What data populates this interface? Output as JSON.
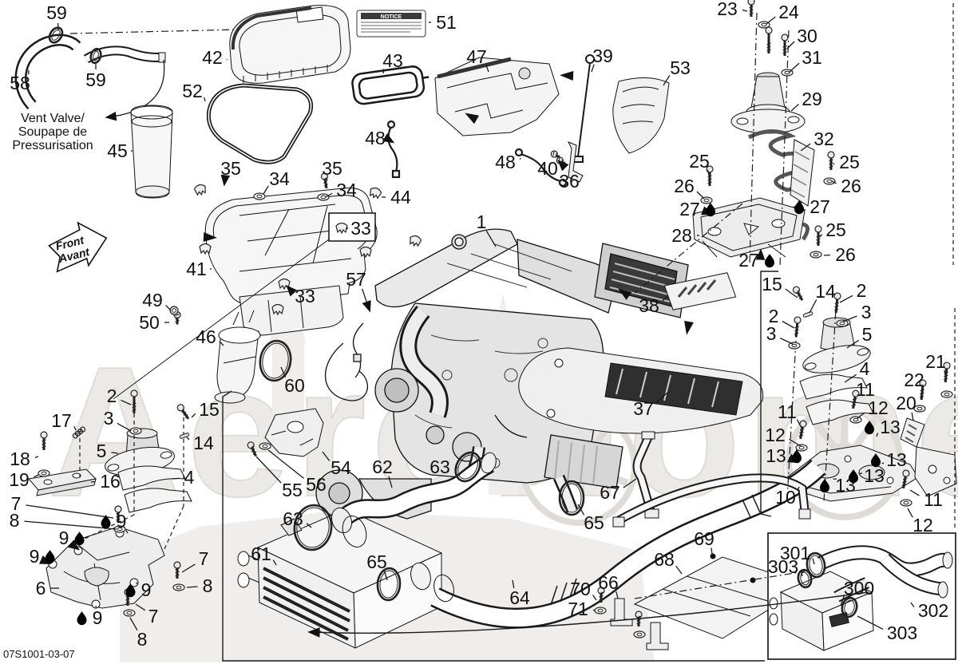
{
  "page": {
    "background": "#ffffff",
    "line_color": "#1a1a1a",
    "watermark_color": "#eceae7"
  },
  "title_block": {
    "part_code": "07S1001-03-07"
  },
  "annotations": {
    "vent_label": {
      "line1": "Vent Valve/",
      "line2": "Soupape de",
      "line3": "Pressurisation"
    },
    "front_arrow": {
      "line1": "Front",
      "line2": "Avant"
    },
    "notice_label": {
      "title": "NOTICE"
    }
  },
  "watermark": {
    "text": "AeroHome"
  },
  "callouts": [
    [
      "59",
      71,
      16,
      73,
      38,
      ""
    ],
    [
      "58",
      25,
      104,
      36,
      88,
      ""
    ],
    [
      "59",
      120,
      100,
      120,
      79,
      ""
    ],
    [
      "45",
      147,
      189,
      164,
      189,
      ""
    ],
    [
      "52",
      241,
      114,
      257,
      127,
      ""
    ],
    [
      "42",
      266,
      72,
      284,
      75,
      ""
    ],
    [
      "51",
      559,
      28,
      537,
      28,
      ""
    ],
    [
      "43",
      492,
      76,
      480,
      92,
      ""
    ],
    [
      "47",
      597,
      71,
      612,
      90,
      ""
    ],
    [
      "39",
      755,
      70,
      741,
      90,
      ""
    ],
    [
      "53",
      852,
      85,
      831,
      107,
      ""
    ],
    [
      "48",
      470,
      173,
      492,
      178,
      "a"
    ],
    [
      "48",
      633,
      203,
      652,
      198,
      ""
    ],
    [
      "40",
      686,
      211,
      700,
      202,
      "a"
    ],
    [
      "36",
      713,
      227,
      712,
      214,
      ""
    ],
    [
      "35",
      289,
      211,
      281,
      231,
      "a"
    ],
    [
      "34",
      350,
      224,
      330,
      243,
      ""
    ],
    [
      "35",
      416,
      211,
      410,
      226,
      ""
    ],
    [
      "34",
      434,
      238,
      408,
      247,
      ""
    ],
    [
      "44",
      502,
      247,
      478,
      247,
      ""
    ],
    [
      "33",
      452,
      286,
      436,
      286,
      ""
    ],
    [
      "41",
      246,
      337,
      263,
      337,
      ""
    ],
    [
      "33",
      382,
      371,
      360,
      359,
      "a"
    ],
    [
      "57",
      446,
      350,
      463,
      389,
      "a"
    ],
    [
      "49",
      191,
      376,
      214,
      389,
      ""
    ],
    [
      "50",
      187,
      404,
      212,
      404,
      ""
    ],
    [
      "46",
      258,
      422,
      280,
      433,
      ""
    ],
    [
      "60",
      369,
      483,
      352,
      460,
      ""
    ],
    [
      "1",
      603,
      278,
      621,
      309,
      ""
    ],
    [
      "38",
      813,
      383,
      836,
      371,
      ""
    ],
    [
      "37",
      806,
      512,
      836,
      492,
      ""
    ],
    [
      "54",
      427,
      586,
      404,
      566,
      ""
    ],
    [
      "55",
      366,
      614,
      321,
      572,
      ""
    ],
    [
      "56",
      396,
      607,
      336,
      564,
      ""
    ],
    [
      "62",
      479,
      585,
      491,
      611,
      ""
    ],
    [
      "63",
      551,
      585,
      573,
      586,
      ""
    ],
    [
      "63",
      367,
      650,
      390,
      661,
      ""
    ],
    [
      "61",
      327,
      694,
      346,
      708,
      ""
    ],
    [
      "65",
      472,
      704,
      485,
      727,
      ""
    ],
    [
      "64",
      651,
      749,
      642,
      727,
      ""
    ],
    [
      "65",
      744,
      655,
      724,
      632,
      ""
    ],
    [
      "67",
      764,
      617,
      797,
      600,
      ""
    ],
    [
      "68",
      832,
      701,
      854,
      719,
      ""
    ],
    [
      "69",
      882,
      675,
      892,
      694,
      ""
    ],
    [
      "66",
      762,
      730,
      774,
      750,
      ""
    ],
    [
      "70",
      727,
      738,
      747,
      752,
      ""
    ],
    [
      "71",
      724,
      763,
      745,
      765,
      ""
    ],
    [
      "2",
      140,
      496,
      164,
      507,
      ""
    ],
    [
      "3",
      136,
      524,
      164,
      540,
      ""
    ],
    [
      "15",
      262,
      513,
      240,
      523,
      ""
    ],
    [
      "14",
      255,
      555,
      234,
      548,
      ""
    ],
    [
      "17",
      77,
      527,
      95,
      539,
      ""
    ],
    [
      "5",
      127,
      565,
      148,
      568,
      ""
    ],
    [
      "18",
      25,
      575,
      48,
      572,
      ""
    ],
    [
      "19",
      24,
      601,
      48,
      595,
      ""
    ],
    [
      "16",
      138,
      603,
      114,
      604,
      ""
    ],
    [
      "4",
      237,
      598,
      216,
      600,
      ""
    ],
    [
      "7",
      20,
      631,
      142,
      649,
      ""
    ],
    [
      "8",
      18,
      652,
      146,
      663,
      ""
    ],
    [
      "9",
      152,
      653,
      160,
      668,
      "db"
    ],
    [
      "9",
      80,
      674,
      98,
      688,
      "da"
    ],
    [
      "9",
      43,
      697,
      62,
      706,
      "da"
    ],
    [
      "6",
      51,
      737,
      74,
      737,
      ""
    ],
    [
      "7",
      255,
      700,
      228,
      717,
      ""
    ],
    [
      "8",
      260,
      734,
      234,
      736,
      ""
    ],
    [
      "9",
      183,
      739,
      170,
      730,
      "db"
    ],
    [
      "9",
      122,
      774,
      120,
      759,
      "db"
    ],
    [
      "7",
      192,
      772,
      170,
      757,
      ""
    ],
    [
      "8",
      178,
      801,
      163,
      774,
      ""
    ],
    [
      "23",
      911,
      11,
      936,
      14,
      ""
    ],
    [
      "24",
      988,
      15,
      960,
      30,
      ""
    ],
    [
      "30",
      1011,
      45,
      986,
      61,
      ""
    ],
    [
      "31",
      1017,
      72,
      988,
      91,
      ""
    ],
    [
      "29",
      1017,
      124,
      991,
      139,
      ""
    ],
    [
      "32",
      1032,
      174,
      1003,
      189,
      ""
    ],
    [
      "25",
      876,
      202,
      888,
      220,
      ""
    ],
    [
      "26",
      857,
      233,
      882,
      249,
      ""
    ],
    [
      "25",
      1064,
      203,
      1044,
      206,
      ""
    ],
    [
      "26",
      1066,
      233,
      1042,
      227,
      ""
    ],
    [
      "27",
      864,
      262,
      891,
      268,
      "da"
    ],
    [
      "27",
      1027,
      259,
      1001,
      266,
      "db"
    ],
    [
      "28",
      854,
      295,
      876,
      295,
      ""
    ],
    [
      "25",
      1047,
      288,
      1027,
      297,
      ""
    ],
    [
      "27",
      938,
      326,
      953,
      314,
      "da"
    ],
    [
      "26",
      1059,
      319,
      1032,
      320,
      ""
    ],
    [
      "15",
      967,
      356,
      999,
      373,
      ""
    ],
    [
      "14",
      1034,
      365,
      1014,
      392,
      ""
    ],
    [
      "2",
      1079,
      364,
      1052,
      379,
      ""
    ],
    [
      "3",
      1085,
      391,
      1056,
      403,
      ""
    ],
    [
      "2",
      969,
      396,
      995,
      411,
      ""
    ],
    [
      "3",
      966,
      418,
      993,
      431,
      ""
    ],
    [
      "5",
      1086,
      419,
      1061,
      436,
      ""
    ],
    [
      "4",
      1083,
      462,
      1058,
      479,
      ""
    ],
    [
      "11",
      1084,
      488,
      1071,
      502,
      ""
    ],
    [
      "12",
      1100,
      511,
      1073,
      525,
      ""
    ],
    [
      "13",
      1115,
      535,
      1098,
      547,
      "db"
    ],
    [
      "20",
      1135,
      505,
      1144,
      527,
      ""
    ],
    [
      "22",
      1145,
      476,
      1155,
      491,
      ""
    ],
    [
      "21",
      1172,
      453,
      1184,
      470,
      ""
    ],
    [
      "11",
      986,
      516,
      1005,
      538,
      ""
    ],
    [
      "12",
      971,
      545,
      1003,
      559,
      ""
    ],
    [
      "13",
      972,
      571,
      999,
      579,
      "da"
    ],
    [
      "13",
      1123,
      576,
      1107,
      581,
      "db"
    ],
    [
      "13",
      1095,
      596,
      1080,
      593,
      "db"
    ],
    [
      "13",
      1059,
      608,
      1048,
      600,
      "db"
    ],
    [
      "10",
      984,
      623,
      1001,
      610,
      ""
    ],
    [
      "11",
      1169,
      626,
      1140,
      614,
      ""
    ],
    [
      "12",
      1156,
      658,
      1137,
      637,
      ""
    ],
    [
      "301",
      996,
      693,
      1020,
      707,
      ""
    ],
    [
      "303",
      981,
      710,
      1005,
      722,
      ""
    ],
    [
      "300",
      1076,
      737,
      1053,
      759,
      ""
    ],
    [
      "302",
      1169,
      765,
      1141,
      755,
      ""
    ],
    [
      "303",
      1130,
      793,
      1074,
      772,
      ""
    ]
  ]
}
